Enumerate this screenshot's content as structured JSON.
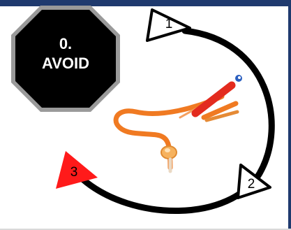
{
  "stop_sign": {
    "number": "0.",
    "word": "AVOID",
    "fill": "#000000"
  },
  "steps": [
    {
      "label": "1",
      "marker_fill": "#ffffff"
    },
    {
      "label": "2",
      "marker_fill": "#ffffff"
    },
    {
      "label": "3",
      "marker_fill": "#ff1a1a"
    }
  ],
  "colors": {
    "frame": "#1f3a6e",
    "cycle_arrow": "#000000",
    "catheter": "#f07a22",
    "catheter_tip": "#e32b1e"
  },
  "illustration": "catheter-image"
}
